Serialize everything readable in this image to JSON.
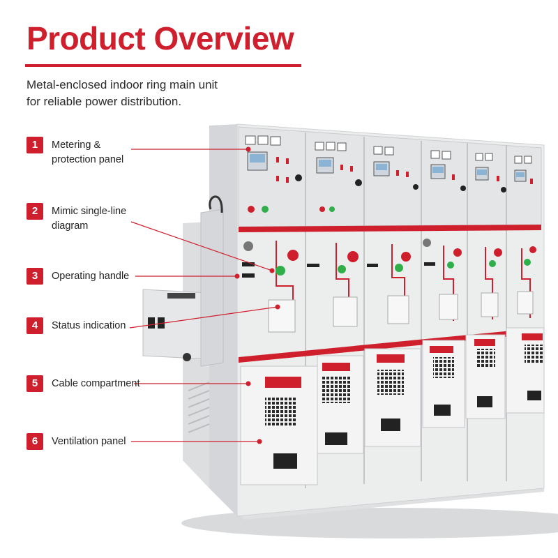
{
  "header": {
    "title": "Product Overview",
    "subtitle_line1": "Metal-enclosed indoor ring main unit",
    "subtitle_line2": "for reliable power distribution."
  },
  "callouts": [
    {
      "number": "1",
      "line1": "Metering &",
      "line2": "protection panel"
    },
    {
      "number": "2",
      "line1": "Mimic single-line",
      "line2": "diagram"
    },
    {
      "number": "3",
      "line1": "Operating handle",
      "line2": ""
    },
    {
      "number": "4",
      "line1": "Status indication",
      "line2": ""
    },
    {
      "number": "5",
      "line1": "Cable compartment",
      "line2": ""
    },
    {
      "number": "6",
      "line1": "Ventilation panel",
      "line2": ""
    }
  ],
  "colors": {
    "accent": "#cf1f2c",
    "text": "#222222",
    "cabinet": "#e9eaec"
  }
}
